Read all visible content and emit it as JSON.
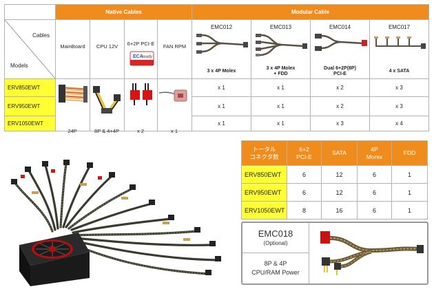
{
  "header": {
    "native": "Native Cables",
    "modular": "Modular Cable"
  },
  "corner": {
    "cables": "Cables",
    "models": "Models"
  },
  "native_cols": [
    {
      "label": "MainBoard",
      "foot": "24P"
    },
    {
      "label": "CPU 12V",
      "foot": "8P & 4+4P"
    },
    {
      "label": "6+2P PCI-E",
      "foot": "x 2"
    },
    {
      "label": "FAN RPM",
      "foot": "x 1"
    }
  ],
  "modular_cols": [
    {
      "code": "EMC012",
      "desc": "3 x 4P Molex"
    },
    {
      "code": "EMC013",
      "desc": "3 x 4P Molex\n+ FDD"
    },
    {
      "code": "EMC014",
      "desc": "Dual 6+2P(8P)\nPCI-E"
    },
    {
      "code": "EMC017",
      "desc": "4 x SATA"
    }
  ],
  "rows": [
    {
      "model": "ERV850EWT",
      "values": [
        "x 1",
        "x 1",
        "x 2",
        "x 3"
      ]
    },
    {
      "model": "ERV950EWT",
      "values": [
        "x 1",
        "x 1",
        "x 2",
        "x 3"
      ]
    },
    {
      "model": "ERV1050EWT",
      "values": [
        "x 1",
        "x 1",
        "x 3",
        "x 4"
      ]
    }
  ],
  "connector_table": {
    "headers": [
      "トータル\nコネクタ数",
      "6+2\nPCI-E",
      "SATA",
      "4P\nMorex",
      "FDD"
    ],
    "rows": [
      {
        "model": "ERV850EWT",
        "values": [
          "6",
          "12",
          "6",
          "1"
        ]
      },
      {
        "model": "ERV950EWT",
        "values": [
          "6",
          "12",
          "6",
          "1"
        ]
      },
      {
        "model": "ERV1050EWT",
        "values": [
          "8",
          "16",
          "6",
          "1"
        ]
      }
    ]
  },
  "emc018": {
    "code": "EMC018",
    "optional": "(Optional)",
    "desc_line1": "8P & 4P",
    "desc_line2": "CPU/RAM Power"
  },
  "pcie_sticker": {
    "brand": "ECA",
    "word": "ready"
  },
  "colors": {
    "header_orange": "#f08c1c",
    "model_yellow": "#ffff33",
    "border_gray": "#b3b3b3"
  }
}
